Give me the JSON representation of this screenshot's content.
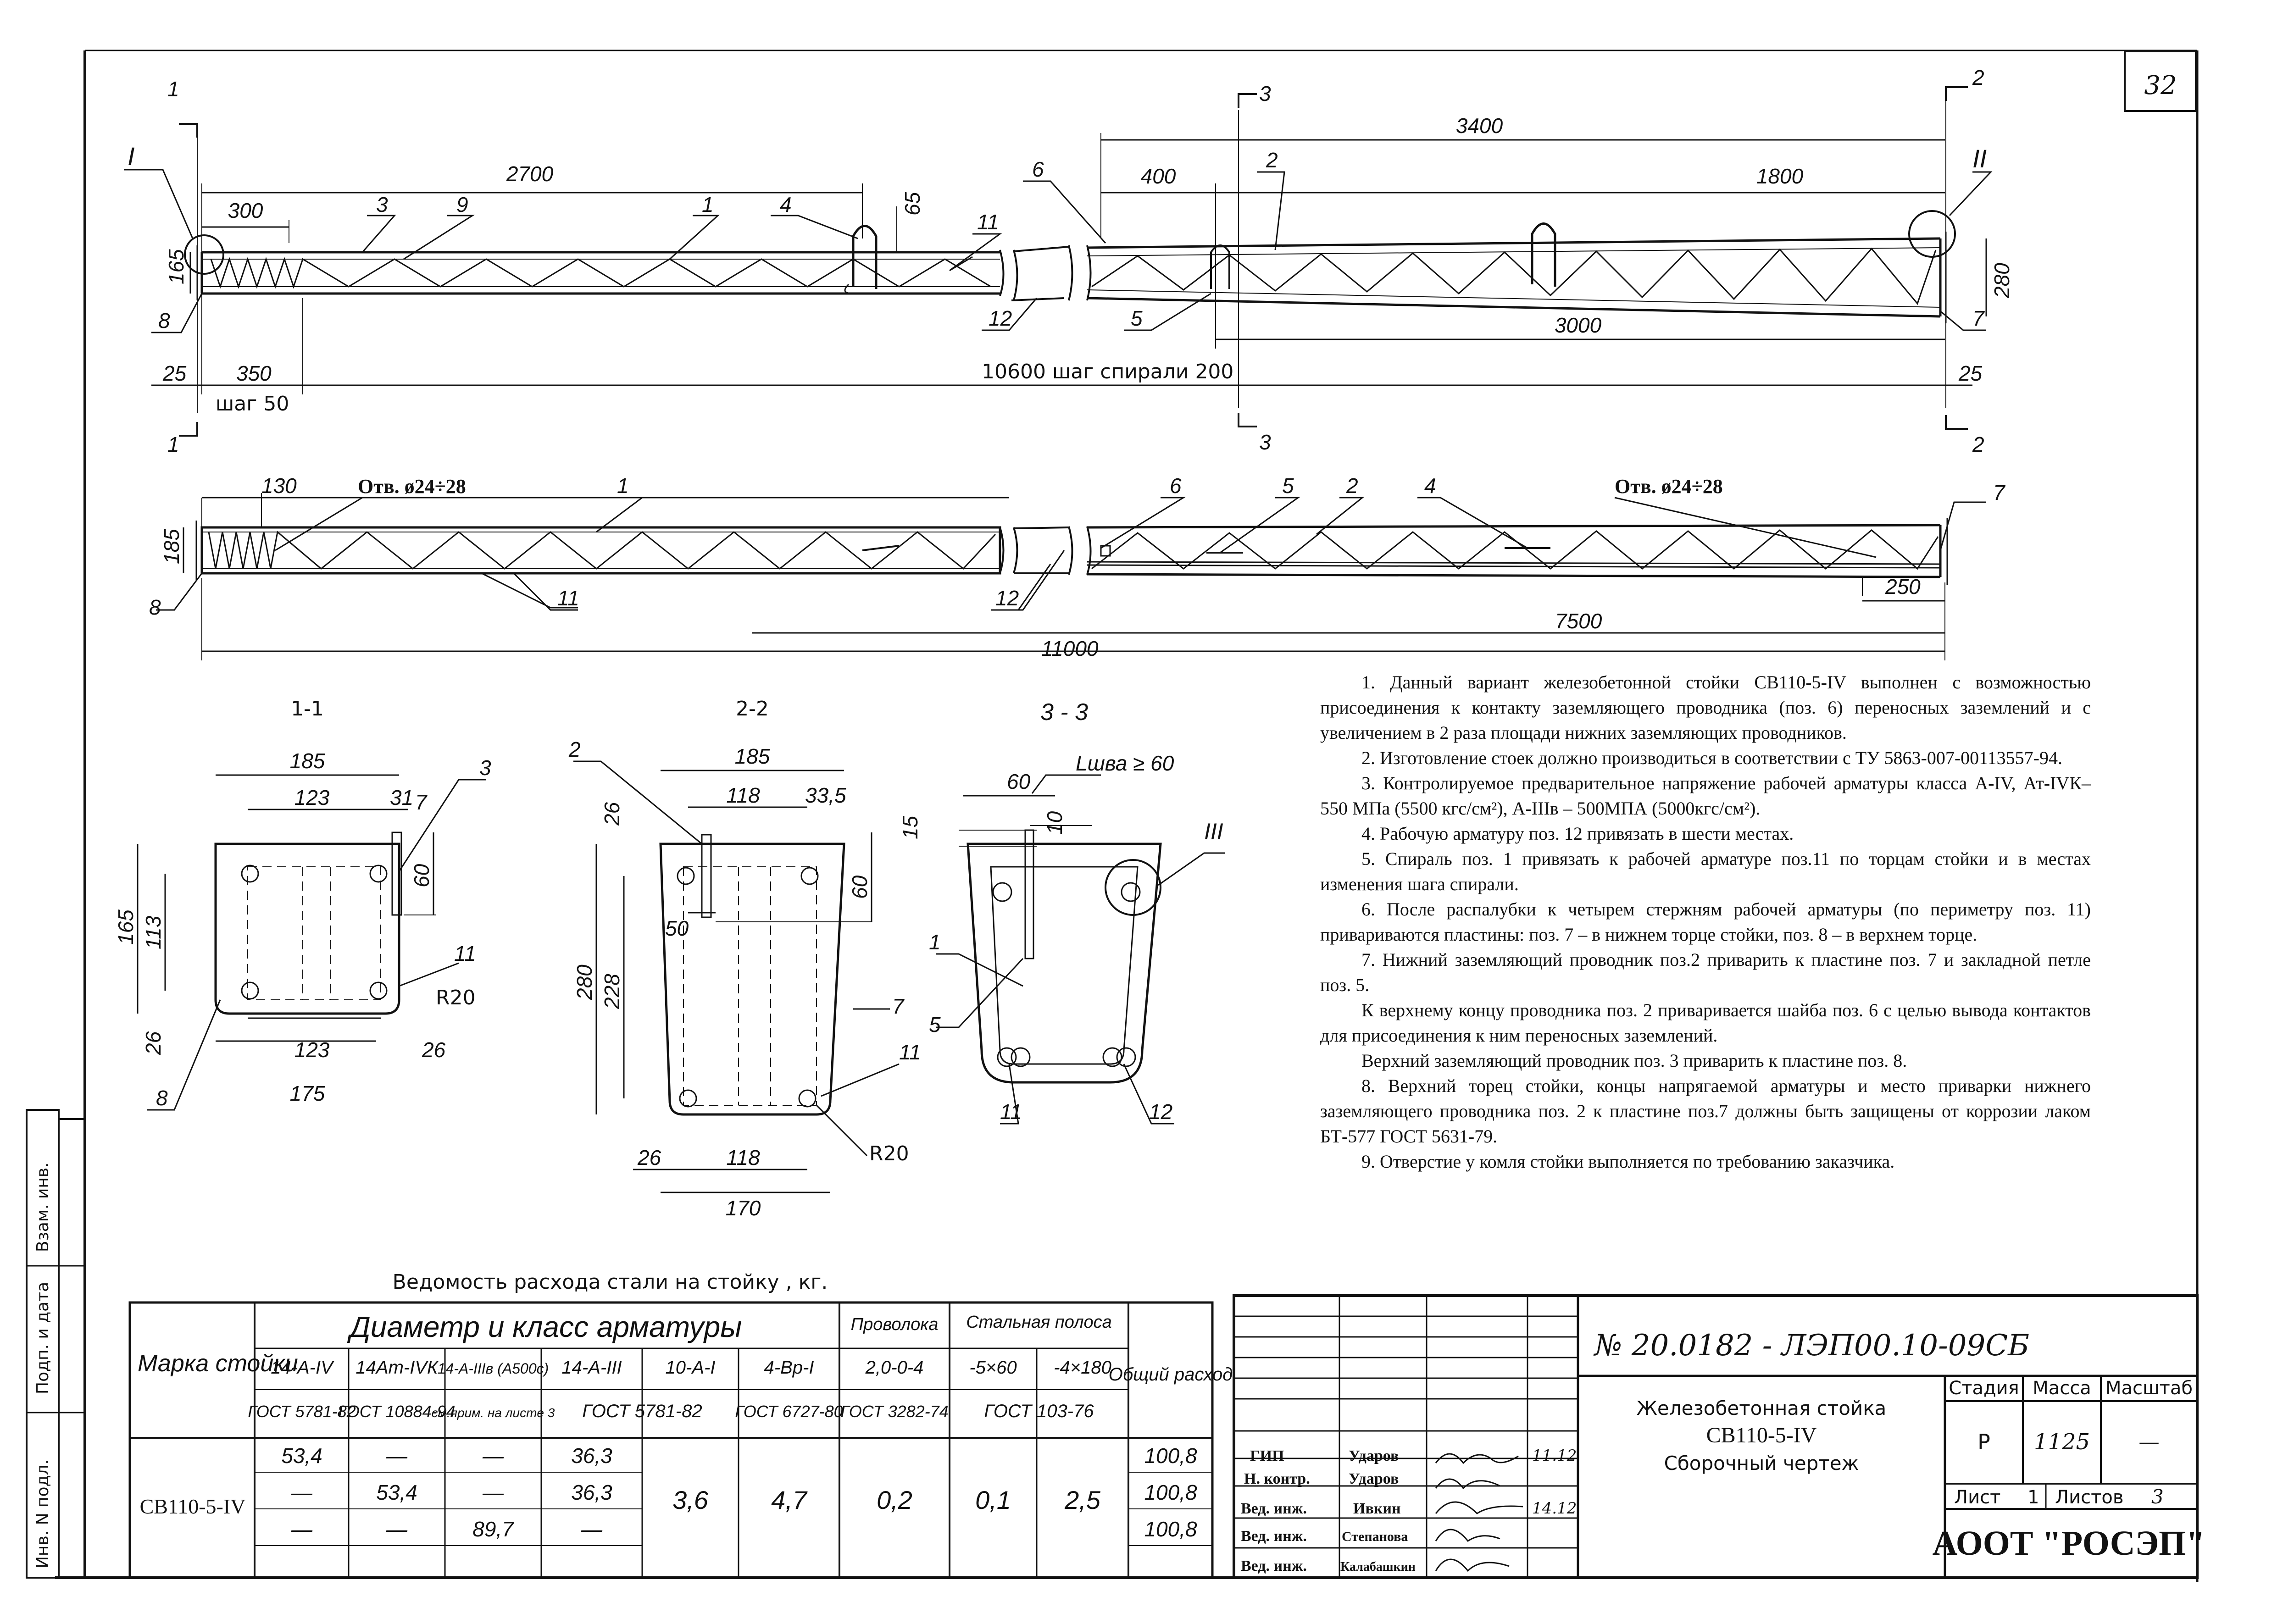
{
  "sheet_number": "32",
  "drawing_code": "№ 20.0182 - ЛЭП00.10-09СБ",
  "title_block": {
    "product": "Железобетонная стойка",
    "mark": "СВ110-5-IV",
    "doc_type": "Сборочный чертеж",
    "stage_header": "Стадия",
    "mass_header": "Масса",
    "scale_header": "Масштаб",
    "stage": "Р",
    "mass": "1125",
    "scale": "—",
    "sheet_label": "Лист",
    "sheet": "1",
    "sheets_label": "Листов",
    "sheets": "3",
    "company": "АООТ \"РОСЭП\"",
    "signers": [
      {
        "role": "ГИП",
        "name": "Ударов",
        "date": "11.12"
      },
      {
        "role": "Н. контр.",
        "name": "Ударов",
        "date": ""
      },
      {
        "role": "Вед. инж.",
        "name": "Ивкин",
        "date": "14.12"
      },
      {
        "role": "Вед. инж.",
        "name": "Степанова",
        "date": ""
      },
      {
        "role": "Вед. инж.",
        "name": "Калабашкин",
        "date": ""
      }
    ]
  },
  "side_stamp": [
    "Инв. N подл.",
    "Подп. и дата",
    "Взам. инв."
  ],
  "elevation": {
    "labels": {
      "dim_2700": "2700",
      "dim_3400": "3400",
      "dim_300": "300",
      "dim_400": "400",
      "dim_1800": "1800",
      "dim_3000": "3000",
      "dim_65": "65",
      "dim_165": "165",
      "dim_280": "280",
      "dim_25a": "25",
      "dim_350": "350",
      "dim_25b": "25",
      "pitch": "10600 шаг спирали 200",
      "step50": "шаг 50",
      "cut1": "1",
      "cut2": "2",
      "cut3": "3",
      "node1": "I",
      "node2": "II"
    },
    "positions": [
      "3",
      "9",
      "1",
      "4",
      "11",
      "6",
      "2",
      "8",
      "12",
      "5",
      "7"
    ]
  },
  "plan": {
    "labels": {
      "dim_130": "130",
      "hole1": "Отв. ø24÷28",
      "hole2": "Отв. ø24÷28",
      "dim_185": "185",
      "dim_250": "250",
      "dim_7500": "7500",
      "dim_11000": "11000"
    },
    "positions": [
      "1",
      "6",
      "5",
      "2",
      "4",
      "7",
      "8",
      "11",
      "12"
    ]
  },
  "sections": {
    "s11": {
      "title": "1-1",
      "d185": "185",
      "d123": "123",
      "d31": "31",
      "d7": "7",
      "d60": "60",
      "d165": "165",
      "d113": "113",
      "d26a": "26",
      "d123b": "123",
      "d26b": "26",
      "d175": "175",
      "r": "R20",
      "p3": "3",
      "p11": "11",
      "p8": "8"
    },
    "s22": {
      "title": "2-2",
      "d185": "185",
      "d118": "118",
      "d335": "33,5",
      "d26": "26",
      "d60": "60",
      "d280": "280",
      "d228": "228",
      "d50": "50",
      "d26b": "26",
      "d118b": "118",
      "d170": "170",
      "r": "R20",
      "p2": "2",
      "p7": "7",
      "p11": "11"
    },
    "s33": {
      "title": "3 - 3",
      "d60": "60",
      "lweld": "Lшва ≥ 60",
      "d15": "15",
      "d10": "10",
      "node": "III",
      "p1": "1",
      "p5": "5",
      "p11": "11",
      "p12": "12"
    }
  },
  "notes": [
    "1. Данный вариант железобетонной стойки СВ110-5-IV выполнен с возможностью присоединения к контакту заземляющего проводника (поз. 6) переносных заземлений и с увеличением в 2 раза площади нижних заземляющих проводников.",
    "2. Изготовление стоек должно производиться в соответствии с ТУ 5863-007-00113557-94.",
    "3. Контролируемое предварительное напряжение рабочей арматуры класса А-IV, Ат-IVК– 550 МПа (5500 кгс/см²), А-IIIв – 500МПА (5000кгс/см²).",
    "4. Рабочую арматуру поз. 12 привязать в шести местах.",
    "5. Спираль поз. 1 привязать к рабочей арматуре поз.11 по торцам стойки и в местах изменения шага спирали.",
    "6. После распалубки к четырем стержням рабочей арматуры (по периметру поз. 11) привариваются пластины: поз. 7 – в нижнем торце стойки, поз. 8 – в верхнем торце.",
    "7. Нижний заземляющий проводник поз.2 приварить к пластине поз. 7 и закладной петле поз. 5.",
    "К верхнему концу проводника поз. 2 приваривается шайба поз. 6 с целью вывода контактов для присоединения к ним переносных заземлений.",
    "Верхний заземляющий проводник поз. 3 приварить к пластине поз. 8.",
    "8. Верхний торец стойки, концы напрягаемой арматуры и место приварки нижнего заземляющего проводника поз. 2 к пластине поз.7 должны быть защищены от коррозии лаком БТ-577 ГОСТ 5631-79.",
    "9. Отверстие у комля стойки выполняется по требованию заказчика."
  ],
  "steel_table": {
    "caption": "Ведомость расхода стали на стойку , кг.",
    "h_mark": "Марка стойки",
    "h_group": "Диаметр и класс арматуры",
    "h_wire": "Проволока",
    "h_strip": "Стальная полоса",
    "h_total": "Общий расход",
    "columns": [
      {
        "name": "14-A-IV",
        "std": "ГОСТ 5781-82"
      },
      {
        "name": "14Ат-IVК",
        "std": "ГОСТ 10884-94"
      },
      {
        "name": "14-A-IIIв (А500с)",
        "std": "см.прим. на листе 3"
      },
      {
        "name": "14-A-III",
        "std": "ГОСТ 5781-82"
      },
      {
        "name": "10-A-I",
        "std": ""
      },
      {
        "name": "4-Вр-I",
        "std": "ГОСТ 6727-80"
      },
      {
        "name": "2,0-0-4",
        "std": "ГОСТ 3282-74"
      },
      {
        "name": "-5×60",
        "std": "ГОСТ 103-76"
      },
      {
        "name": "-4×180",
        "std": ""
      }
    ],
    "mark": "СВ110-5-IV",
    "rows": [
      [
        "53,4",
        "—",
        "—",
        "36,3",
        "100,8"
      ],
      [
        "—",
        "53,4",
        "—",
        "36,3",
        "100,8"
      ],
      [
        "—",
        "—",
        "89,7",
        "—",
        "100,8"
      ]
    ],
    "shared": [
      "3,6",
      "4,7",
      "0,2",
      "0,1",
      "2,5"
    ]
  }
}
